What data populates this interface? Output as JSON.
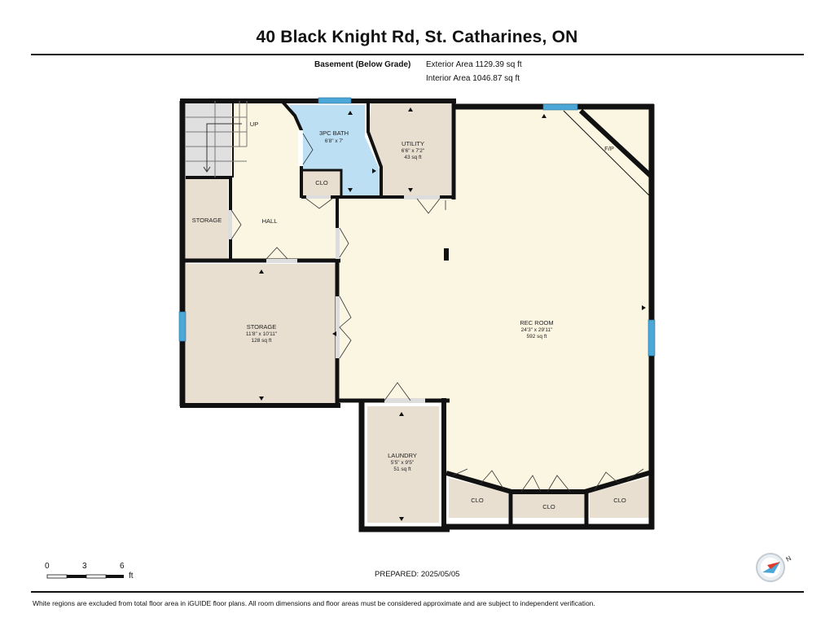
{
  "header": {
    "title": "40 Black Knight Rd, St. Catharines, ON",
    "level": "Basement (Below Grade)",
    "exterior_area": "Exterior Area 1129.39 sq ft",
    "interior_area": "Interior Area 1046.87 sq ft"
  },
  "rooms": {
    "up": "UP",
    "bath": {
      "name": "3PC BATH",
      "dims": "6'8\" x 7'"
    },
    "bath_clo": "CLO",
    "utility": {
      "name": "UTILITY",
      "dims": "6'6\" x 7'2\"",
      "area": "43 sq ft"
    },
    "fp": "F/P",
    "storage_small": "STORAGE",
    "hall": "HALL",
    "storage": {
      "name": "STORAGE",
      "dims": "11'8\" x 10'11\"",
      "area": "128 sq ft"
    },
    "rec": {
      "name": "REC ROOM",
      "dims": "24'3\" x 29'11\"",
      "area": "592 sq ft"
    },
    "laundry": {
      "name": "LAUNDRY",
      "dims": "5'5\" x 9'5\"",
      "area": "51 sq ft"
    },
    "clo1": "CLO",
    "clo2": "CLO",
    "clo3": "CLO"
  },
  "colors": {
    "wall": "#111111",
    "hall_floor": "#fbf6e1",
    "storage_floor": "#e8dfd0",
    "bath_floor": "#bcdff3",
    "stairs": "#e0e0e0",
    "window": "#4aa7d8"
  },
  "scale": {
    "labels": [
      "0",
      "3",
      "6"
    ],
    "unit": "ft"
  },
  "compass_icon": "compass-north-icon",
  "prepared": "PREPARED: 2025/05/05",
  "disclaimer": "White regions are excluded from total floor area in iGUIDE floor plans. All room dimensions and floor areas must be considered approximate and are subject to independent verification."
}
